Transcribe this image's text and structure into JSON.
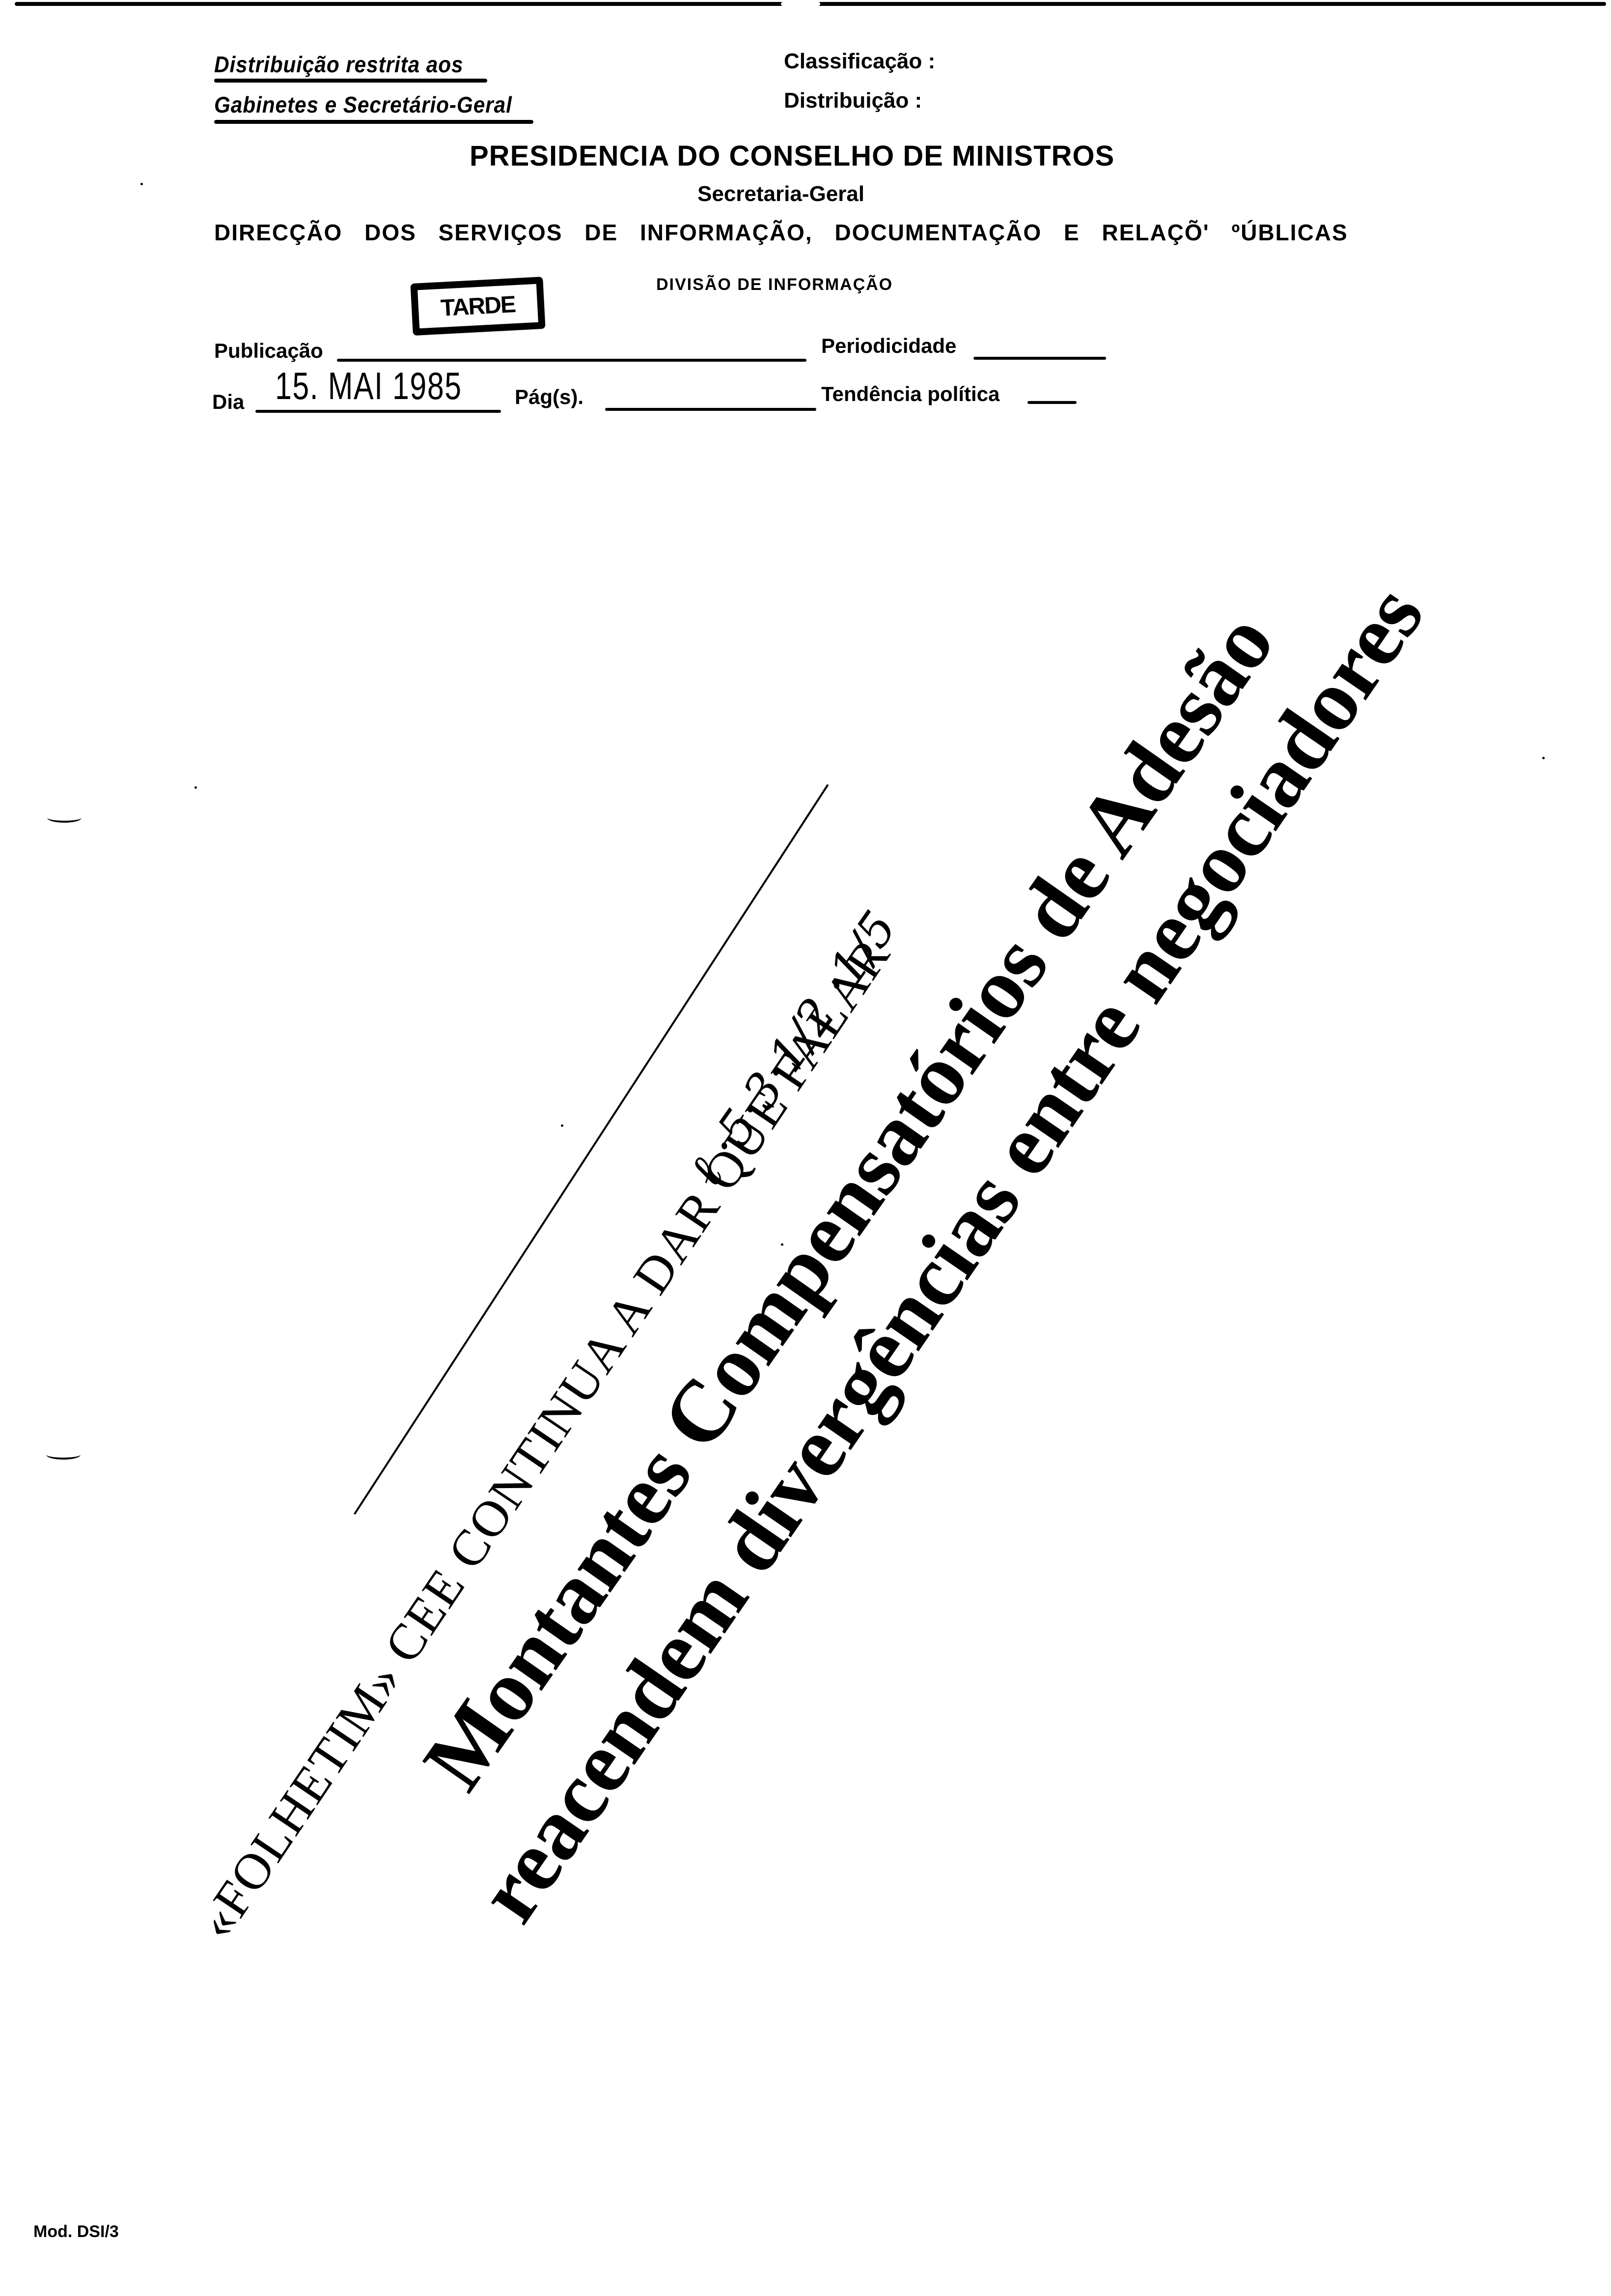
{
  "header": {
    "distribution_restricted_line1": "Distribuição restrita aos",
    "distribution_restricted_line2": "Gabinetes e Secretário-Geral",
    "classification_label": "Classificação :",
    "distribution_label": "Distribuição :",
    "institution": "PRESIDENCIA DO CONSELHO DE MINISTROS",
    "secretariat": "Secretaria-Geral",
    "directorate": "DIRECÇÃO DOS SERVIÇOS DE INFORMAÇÃO, DOCUMENTAÇÃO E RELAÇÕ' ºÚBLICAS",
    "division": "DIVISÃO DE INFORMAÇÃO"
  },
  "stamp": {
    "text": "TARDE"
  },
  "form": {
    "publication_label": "Publicação",
    "periodicity_label": "Periodicidade",
    "day_label": "Dia",
    "date_value": "15. MAI 1985",
    "pages_label": "Pág(s).",
    "political_tendency_label": "Tendência política"
  },
  "clipping": {
    "kicker": "«FOLHETIM» CEE CONTINUA A DAR QUE FALAR",
    "headline_line1": "Montantes Compensatórios de Adesão",
    "headline_line2": "reacendem divergências entre negociadores",
    "handwritten_note": "ℓ ·5·3·1/2 ·1/5"
  },
  "footer": {
    "form_code": "Mod. DSI/3"
  }
}
